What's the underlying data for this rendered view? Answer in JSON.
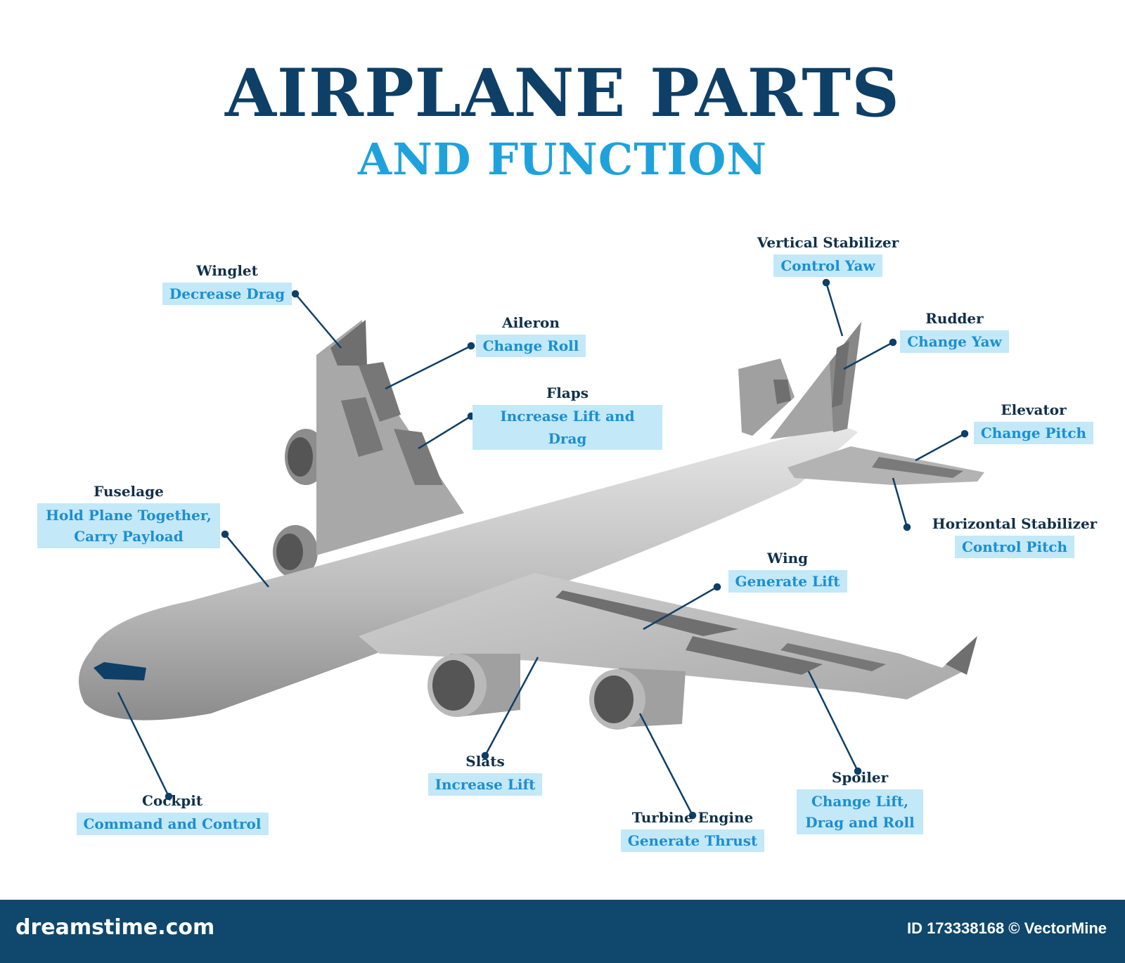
{
  "title": "AIRPLANE PARTS",
  "subtitle": "AND FUNCTION",
  "labels": {
    "winglet": {
      "name": "Winglet",
      "function": "Decrease Drag"
    },
    "aileron": {
      "name": "Aileron",
      "function": "Change Roll"
    },
    "flaps": {
      "name": "Flaps",
      "function": "Increase Lift and Drag"
    },
    "vertical_stabilizer": {
      "name": "Vertical Stabilizer",
      "function": "Control Yaw"
    },
    "rudder": {
      "name": "Rudder",
      "function": "Change Yaw"
    },
    "elevator": {
      "name": "Elevator",
      "function": "Change Pitch"
    },
    "horizontal_stabilizer": {
      "name": "Horizontal Stabilizer",
      "function": "Control Pitch"
    },
    "fuselage": {
      "name": "Fuselage",
      "function_line1": "Hold Plane Together,",
      "function_line2": "Carry Payload"
    },
    "wing": {
      "name": "Wing",
      "function": "Generate Lift"
    },
    "cockpit": {
      "name": "Cockpit",
      "function": "Command and Control"
    },
    "slats": {
      "name": "Slats",
      "function": "Increase Lift"
    },
    "turbine_engine": {
      "name": "Turbine Engine",
      "function": "Generate Thrust"
    },
    "spoiler": {
      "name": "Spoiler",
      "function_line1": "Change Lift,",
      "function_line2": "Drag and Roll"
    }
  },
  "footer": {
    "brand": "dreamstime.com",
    "id": "ID 173338168 © VectorMine"
  },
  "colors": {
    "title": "#0e3f66",
    "subtitle": "#1fa2dc",
    "label_bg": "#c3e8f8",
    "label_text": "#1b8fd1",
    "leader": "#0e3f66",
    "footer_bg": "#0f486c"
  }
}
